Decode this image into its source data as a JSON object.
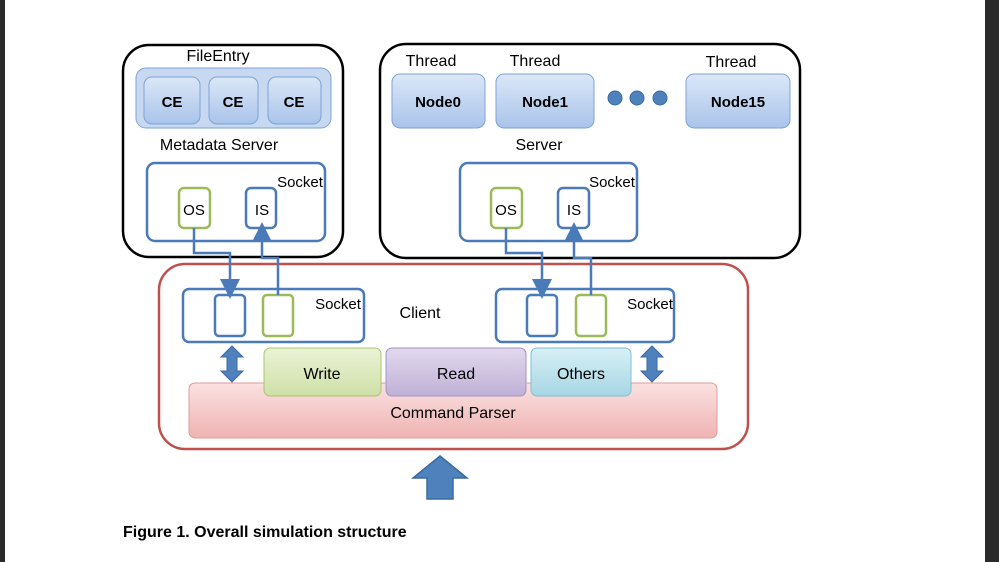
{
  "metadata_server": {
    "file_entry_label": "FileEntry",
    "ce_labels": [
      "CE",
      "CE",
      "CE"
    ],
    "title": "Metadata Server",
    "socket_label": "Socket",
    "os_label": "OS",
    "is_label": "IS"
  },
  "server": {
    "thread_labels": [
      "Thread",
      "Thread",
      "Thread"
    ],
    "node_labels": [
      "Node0",
      "Node1",
      "Node15"
    ],
    "title": "Server",
    "socket_label": "Socket",
    "os_label": "OS",
    "is_label": "IS"
  },
  "client": {
    "title": "Client",
    "socket_left_label": "Socket",
    "socket_right_label": "Socket",
    "write_label": "Write",
    "read_label": "Read",
    "others_label": "Others",
    "parser_label": "Command Parser"
  },
  "caption": "Figure 1. Overall simulation structure",
  "colors": {
    "box_blue": "#4a7ab8",
    "node_fill": "#c6d9f1",
    "os_green": "#9bbb59",
    "client_border": "#c0504d",
    "write_fill": "#d7e4bd",
    "read_fill": "#ccc1da",
    "others_fill": "#b7dee8",
    "parser_fill": "#f2c4c4"
  }
}
